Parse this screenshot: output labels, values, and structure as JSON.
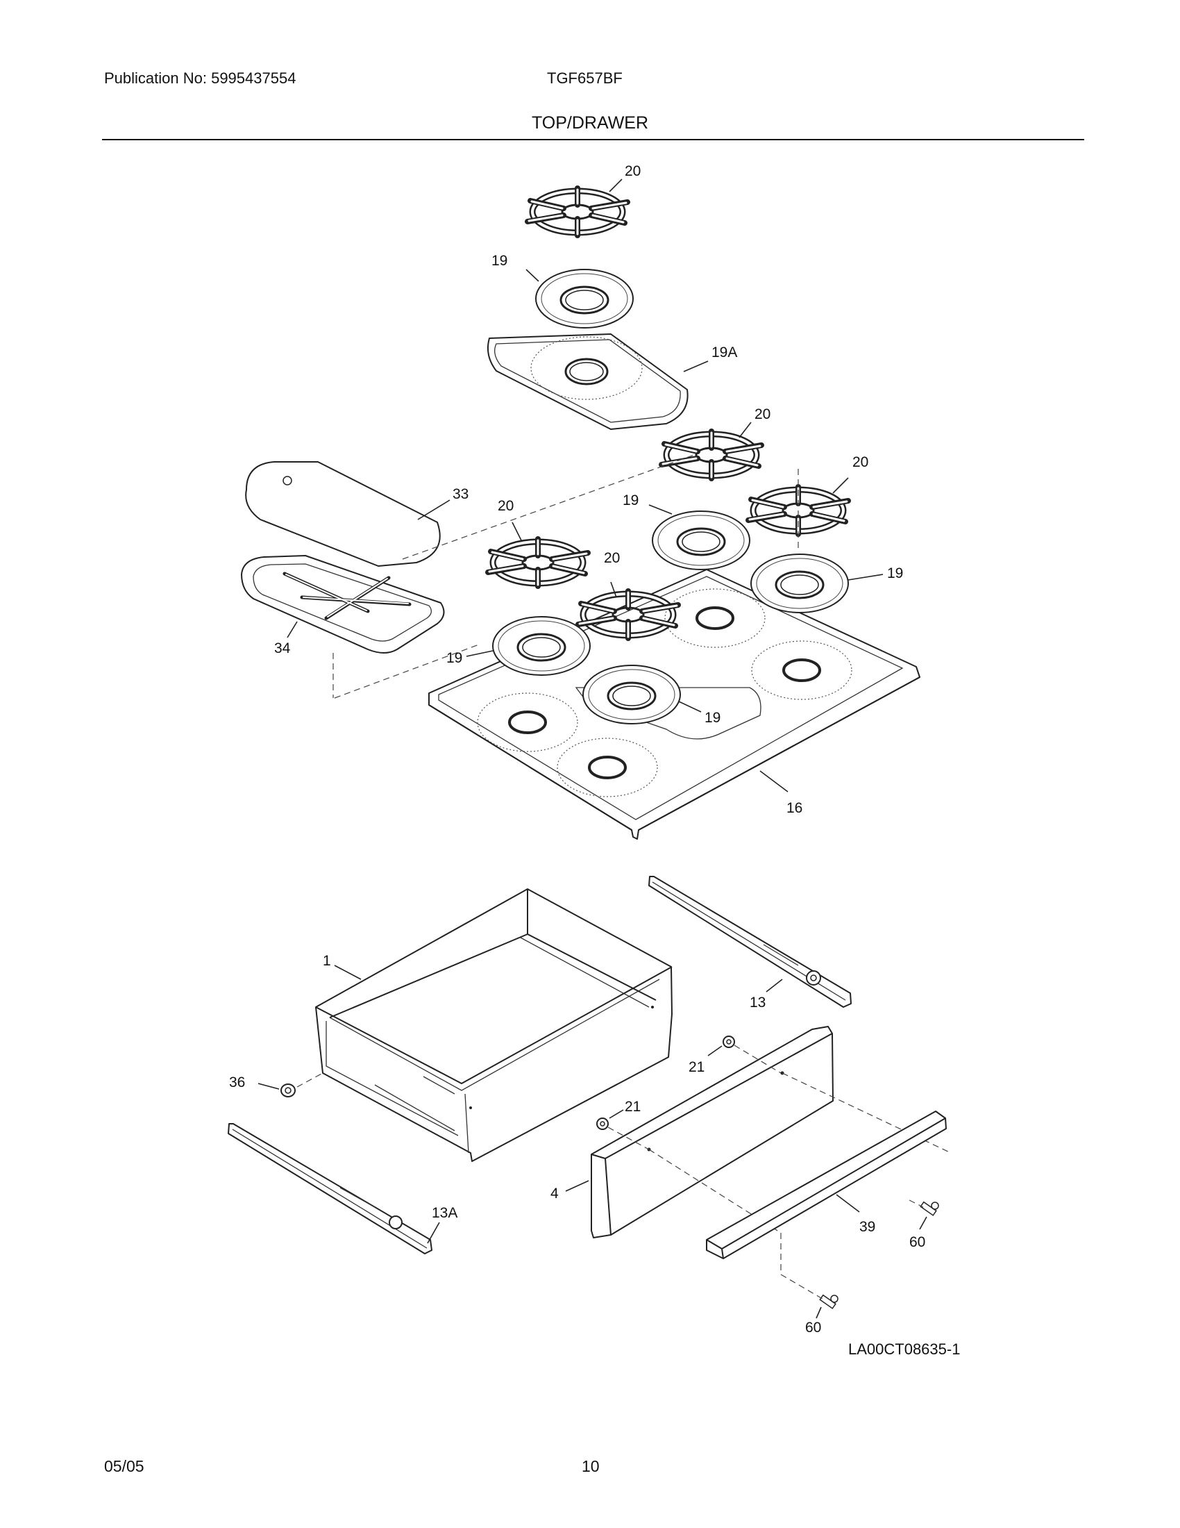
{
  "header": {
    "publication": "Publication No: 5995437554",
    "model": "TGF657BF",
    "section_title": "TOP/DRAWER"
  },
  "callouts": {
    "grate_top": "20",
    "cap_top": "19",
    "tray_top": "19A",
    "grate_back_left": "20",
    "grate_back_right": "20",
    "griddle": "33",
    "griddle_tray": "34",
    "grate_left": "20",
    "cap_center": "19",
    "grate_center": "20",
    "cap_right": "19",
    "cap_left": "19",
    "cap_front": "19",
    "cooktop": "16",
    "drawer_body": "1",
    "slide_right": "13",
    "nut_upper": "21",
    "nut_lower": "21",
    "bumper": "36",
    "drawer_front": "4",
    "trim": "39",
    "screw_right": "60",
    "screw_bottom": "60",
    "slide_left": "13A"
  },
  "drawing_id": "LA00CT08635-1",
  "footer": {
    "date": "05/05",
    "page": "10"
  }
}
